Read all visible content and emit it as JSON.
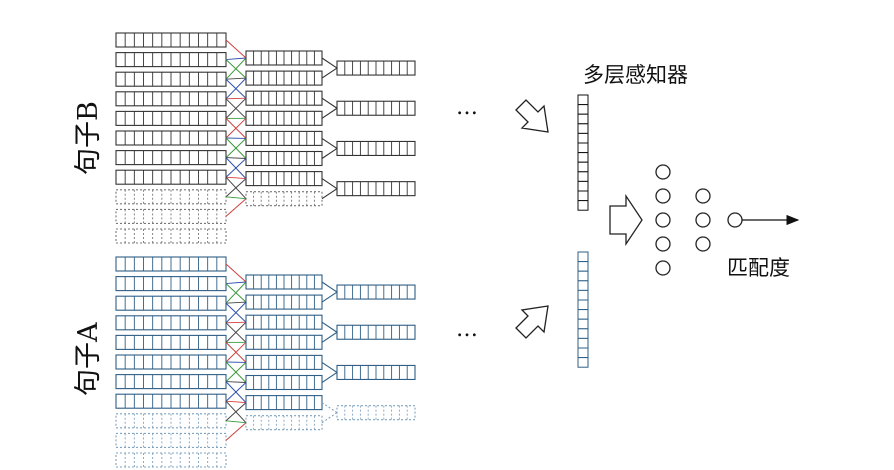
{
  "labels": {
    "sentence_b": "句子B",
    "sentence_a": "句子A",
    "mlp": "多层感知器",
    "match_degree": "匹配度",
    "ellipsis": "…"
  },
  "colors": {
    "sentence_b_stroke": "#333333",
    "sentence_a_stroke": "#2f5f86",
    "padding_b_stroke": "#777777",
    "padding_a_stroke": "#7fa3c0",
    "conv_red": "#d04040",
    "conv_green": "#3a9a3a",
    "conv_blue": "#3050b0",
    "conv_dark": "#444444"
  },
  "structure": {
    "word_vectors_per_sentence": 11,
    "padding_vectors": 3,
    "cells_per_word_vector": 12,
    "convolution_outputs": 8,
    "pooling_outputs": 4,
    "mlp_input_cells_b": 12,
    "mlp_input_cells_a": 12,
    "mlp_layer_sizes": [
      5,
      3,
      1
    ]
  }
}
